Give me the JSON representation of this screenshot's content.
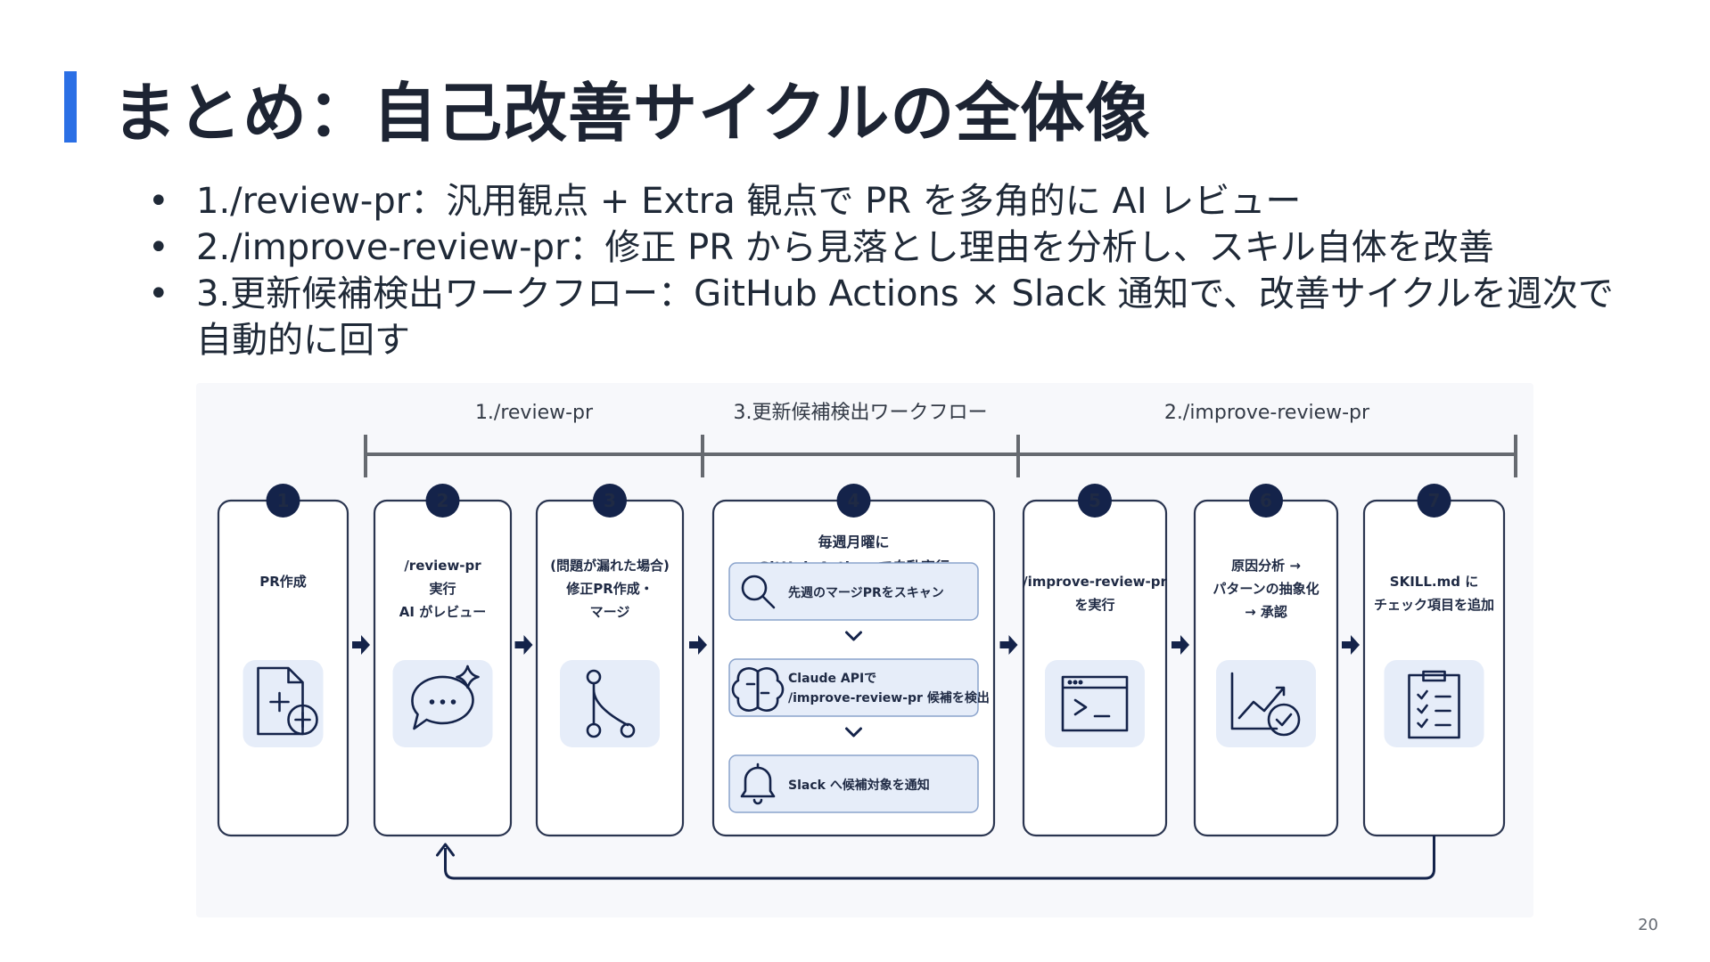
{
  "slide": {
    "title": "まとめ：自己改善サイクルの全体像",
    "bullets": [
      "1./review-pr：汎用観点 + Extra 観点で PR を多角的に AI レビュー",
      "2./improve-review-pr：修正 PR から見落とし理由を分析し、スキル自体を改善",
      "3.更新候補検出ワークフロー：GitHub Actions × Slack 通知で、改善サイクルを週次で自動的に回す"
    ],
    "page_number": "20"
  },
  "diagram": {
    "phases": [
      {
        "label": "1./review-pr"
      },
      {
        "label": "3.更新候補検出ワークフロー"
      },
      {
        "label": "2./improve-review-pr"
      }
    ],
    "steps": [
      {
        "number": "1",
        "lines": [
          "PR作成"
        ],
        "icon": "file-add-icon"
      },
      {
        "number": "2",
        "lines": [
          "/review-pr",
          "実行",
          "AI がレビュー"
        ],
        "icon": "chat-sparkle-icon"
      },
      {
        "number": "3",
        "lines": [
          "(問題が漏れた場合)",
          "修正PR作成・",
          "マージ"
        ],
        "icon": "git-merge-icon"
      },
      {
        "number": "4",
        "lines": [
          "毎週月曜に",
          "GitHub Actionsで自動実行"
        ],
        "icon": "calendar-icon",
        "substeps": [
          {
            "lines": [
              "先週のマージPRをスキャン"
            ],
            "icon": "search-icon"
          },
          {
            "lines": [
              "Claude APIで",
              "/improve-review-pr 候補を検出"
            ],
            "icon": "brain-icon"
          },
          {
            "lines": [
              "Slack へ候補対象を通知"
            ],
            "icon": "bell-icon"
          }
        ]
      },
      {
        "number": "5",
        "lines": [
          "/improve-review-pr",
          "を実行"
        ],
        "icon": "terminal-icon"
      },
      {
        "number": "6",
        "lines": [
          "原因分析 →",
          "パターンの抽象化",
          "→ 承認"
        ],
        "icon": "chart-check-icon"
      },
      {
        "number": "7",
        "lines": [
          "SKILL.md に",
          "チェック項目を追加"
        ],
        "icon": "clipboard-check-icon"
      }
    ],
    "colors": {
      "navy": "#14234a",
      "border": "#2a3550",
      "icon_bg": "#e6edf9",
      "bracket": "#666a70",
      "accent": "#2b6fe5"
    }
  }
}
